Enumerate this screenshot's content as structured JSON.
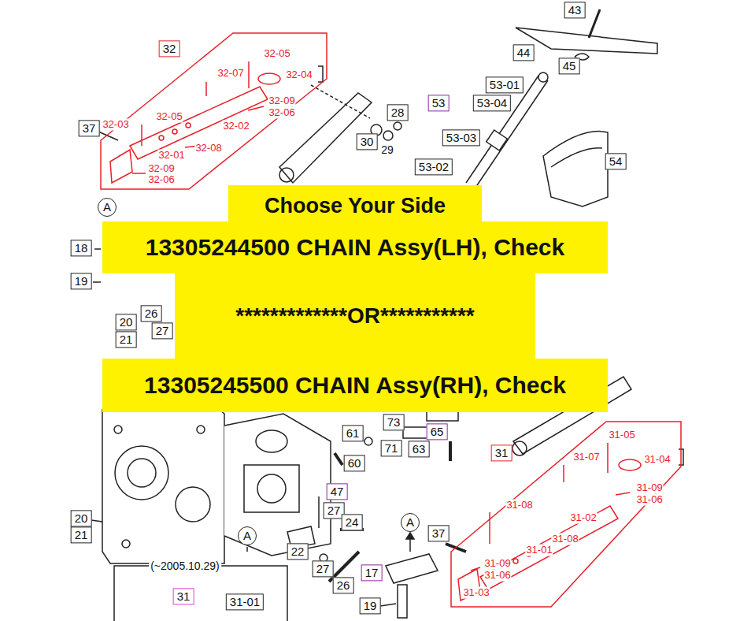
{
  "diagram": {
    "nodes": [
      {
        "text": [
          "Choose Your Side"
        ]
      },
      {
        "text": [
          "13305244500 CHAIN Assy(LH), Check"
        ]
      },
      {
        "text": [
          "*************OR***********"
        ]
      },
      {
        "text": [
          "13305245500 CHAIN Assy(RH), Check"
        ]
      }
    ],
    "labels": [
      "32",
      "32-05",
      "32-07",
      "32-04",
      "32-05",
      "32-09",
      "32-06",
      "32-02",
      "37",
      "32-03",
      "32-01",
      "32-08",
      "32-09",
      "32-06",
      "A",
      "43",
      "44",
      "45",
      "53",
      "53-01",
      "53-04",
      "28",
      "30",
      "29",
      "53-03",
      "54",
      "53-02",
      "18",
      "19",
      "26",
      "27",
      "20",
      "21",
      "73",
      "61",
      "71",
      "65",
      "63",
      "60",
      "31",
      "31-05",
      "31-07",
      "31-04",
      "31-09",
      "31-06",
      "31-08",
      "31-02",
      "31-01",
      "31-08",
      "31-09",
      "31-06",
      "31-03",
      "37",
      "47",
      "27",
      "24",
      "A",
      "A",
      "20",
      "21",
      "22",
      "27",
      "26",
      "17",
      "19",
      "(~2005.10.29)",
      "31",
      "31-01"
    ]
  }
}
